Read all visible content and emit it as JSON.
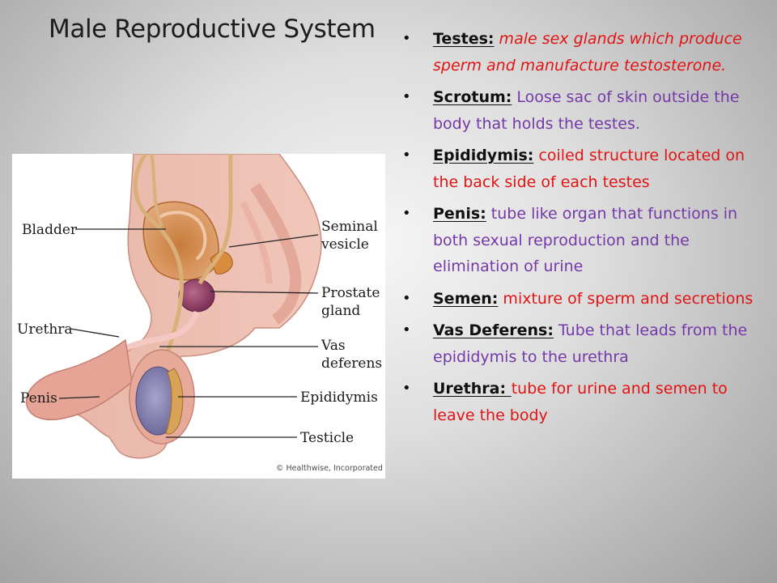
{
  "slide": {
    "title": "Male Reproductive System"
  },
  "figure": {
    "labels": {
      "bladder": "Bladder",
      "seminal_vesicle_1": "Seminal",
      "seminal_vesicle_2": "vesicle",
      "prostate_1": "Prostate",
      "prostate_2": "gland",
      "urethra": "Urethra",
      "vas_1": "Vas",
      "vas_2": "deferens",
      "penis": "Penis",
      "epididymis": "Epididymis",
      "testicle": "Testicle"
    },
    "credit": "© Healthwise, Incorporated"
  },
  "bullets": [
    {
      "term": "Testes:",
      "text": " male sex glands which produce sperm and manufacture testosterone.",
      "color": "red",
      "italic": true
    },
    {
      "term": "Scrotum:",
      "text": " Loose sac of skin outside the body that holds the testes.",
      "color": "purple",
      "italic": false
    },
    {
      "term": "Epididymis:",
      "text": " coiled structure located on the back side of each testes",
      "color": "red",
      "italic": false
    },
    {
      "term": "Penis:",
      "text": "  tube like organ that functions in both sexual reproduction and the elimination of urine",
      "color": "purple",
      "italic": false
    },
    {
      "term": "Semen:",
      "text": " mixture of sperm and secretions",
      "color": "red",
      "italic": false
    },
    {
      "term": "Vas Deferens:",
      "text": " Tube that leads from the epididymis to the urethra",
      "color": "purple",
      "italic": false
    },
    {
      "term": "Urethra: ",
      "text": " tube for urine and semen to leave the body",
      "color": "red",
      "italic": false
    }
  ]
}
